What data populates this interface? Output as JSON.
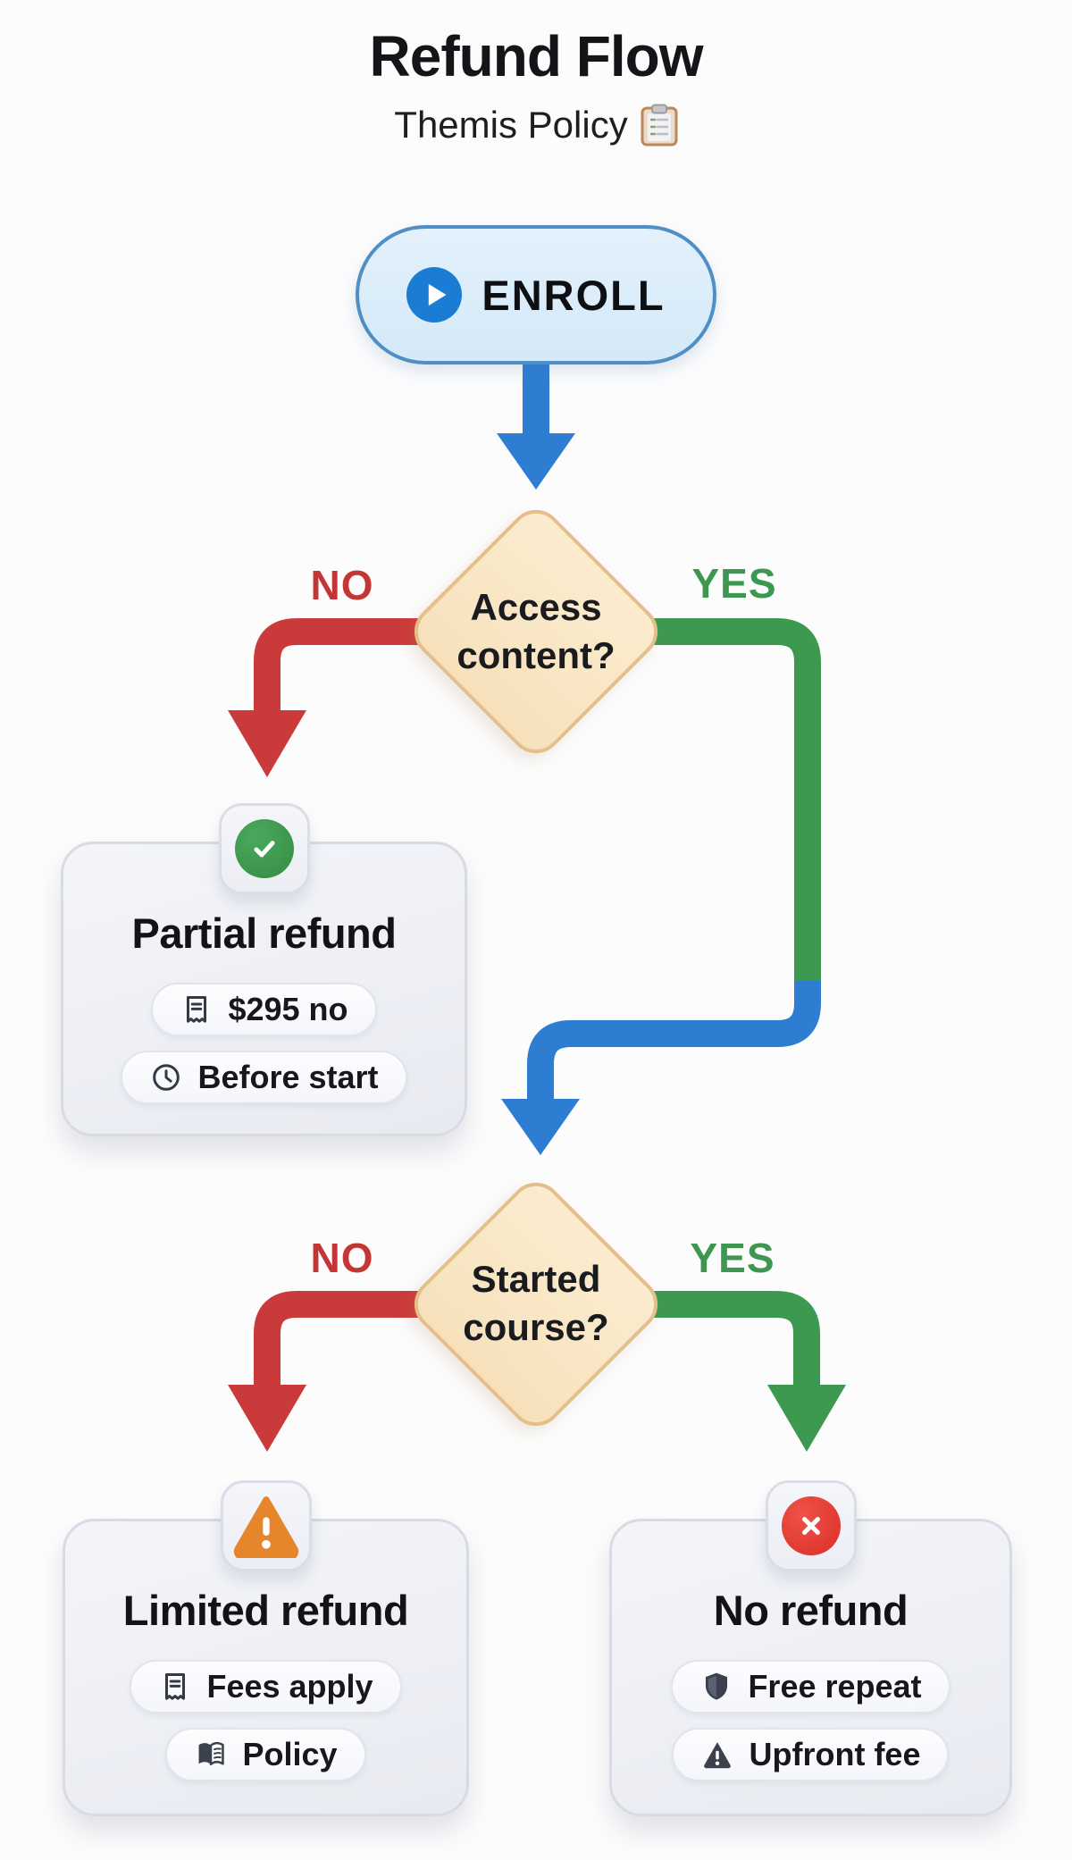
{
  "header": {
    "title": "Refund Flow",
    "subtitle": "Themis Policy",
    "subtitle_icon": "clipboard-icon"
  },
  "flow": {
    "start": {
      "label": "ENROLL",
      "icon": "play-icon"
    },
    "decisions": [
      {
        "question": "Access content?",
        "no_label": "NO",
        "yes_label": "YES"
      },
      {
        "question": "Started course?",
        "no_label": "NO",
        "yes_label": "YES"
      }
    ],
    "outcomes": [
      {
        "title": "Partial refund",
        "badge_icon": "check-icon",
        "chips": [
          {
            "icon": "receipt-icon",
            "label": "$295 no"
          },
          {
            "icon": "clock-icon",
            "label": "Before start"
          }
        ]
      },
      {
        "title": "Limited refund",
        "badge_icon": "warning-icon",
        "chips": [
          {
            "icon": "receipt-icon",
            "label": "Fees apply"
          },
          {
            "icon": "book-icon",
            "label": "Policy"
          }
        ]
      },
      {
        "title": "No refund",
        "badge_icon": "cross-icon",
        "chips": [
          {
            "icon": "shield-icon",
            "label": "Free repeat"
          },
          {
            "icon": "warning-icon",
            "label": "Upfront fee"
          }
        ]
      }
    ]
  },
  "colors": {
    "edge_yes_green": "#3e9950",
    "edge_no_red": "#cb3a3a",
    "edge_blue": "#2d7ed3",
    "enroll_fill": "#d9ebf9",
    "enroll_border": "#4f8fc4",
    "diamond_fill": "#f9e6c7",
    "diamond_border": "#e4bf8a",
    "card_fill": "#eff1f6",
    "badge_green": "#3a9a4c",
    "badge_orange": "#e5862c",
    "badge_red": "#e0392f",
    "icon_dark": "#3b414d"
  }
}
